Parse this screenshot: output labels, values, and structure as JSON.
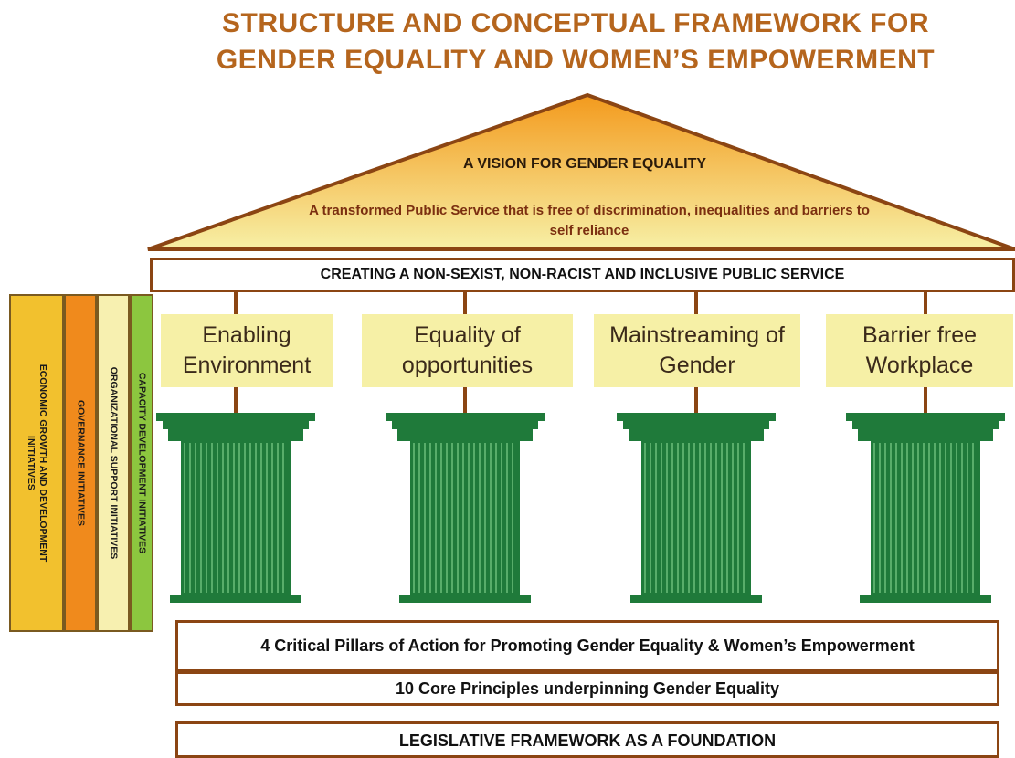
{
  "title": {
    "line1": "STRUCTURE AND CONCEPTUAL FRAMEWORK FOR",
    "line2": "GENDER EQUALITY AND WOMEN’S EMPOWERMENT"
  },
  "roof": {
    "heading": "A VISION FOR GENDER EQUALITY",
    "text": "A transformed Public Service that is free of discrimination, inequalities and barriers to self reliance"
  },
  "creating_band": "CREATING A NON-SEXIST, NON-RACIST AND INCLUSIVE PUBLIC SERVICE",
  "pillars": [
    {
      "label": "Enabling Environment"
    },
    {
      "label": "Equality of opportunities"
    },
    {
      "label": "Mainstreaming of Gender"
    },
    {
      "label": "Barrier free Workplace"
    }
  ],
  "side_initiatives": [
    {
      "label": "ECONOMIC GROWTH AND DEVELOPMENT\nINITIATIVES",
      "color": "#f2c12e"
    },
    {
      "label": "GOVERNANCE INITIATIVES",
      "color": "#f08a1c"
    },
    {
      "label": "ORGANIZATIONAL SUPPORT INITIATIVES",
      "color": "#f7f0b0"
    },
    {
      "label": "CAPACITY DEVELOPMENT INITIATIVES",
      "color": "#8cc63f"
    }
  ],
  "base": {
    "pillars_band": "4 Critical Pillars of Action for Promoting Gender Equality & Women’s Empowerment",
    "principles_band": "10 Core Principles underpinning Gender Equality",
    "legislative_band": "LEGISLATIVE FRAMEWORK AS A FOUNDATION"
  },
  "colors": {
    "roof_top": "#f39a1d",
    "roof_bottom": "#f7f0a6",
    "outline_brown": "#8b4513",
    "title_brown": "#b5651d",
    "pillar_green": "#1f7a3a",
    "pillar_label_bg": "#f6f0a6"
  }
}
